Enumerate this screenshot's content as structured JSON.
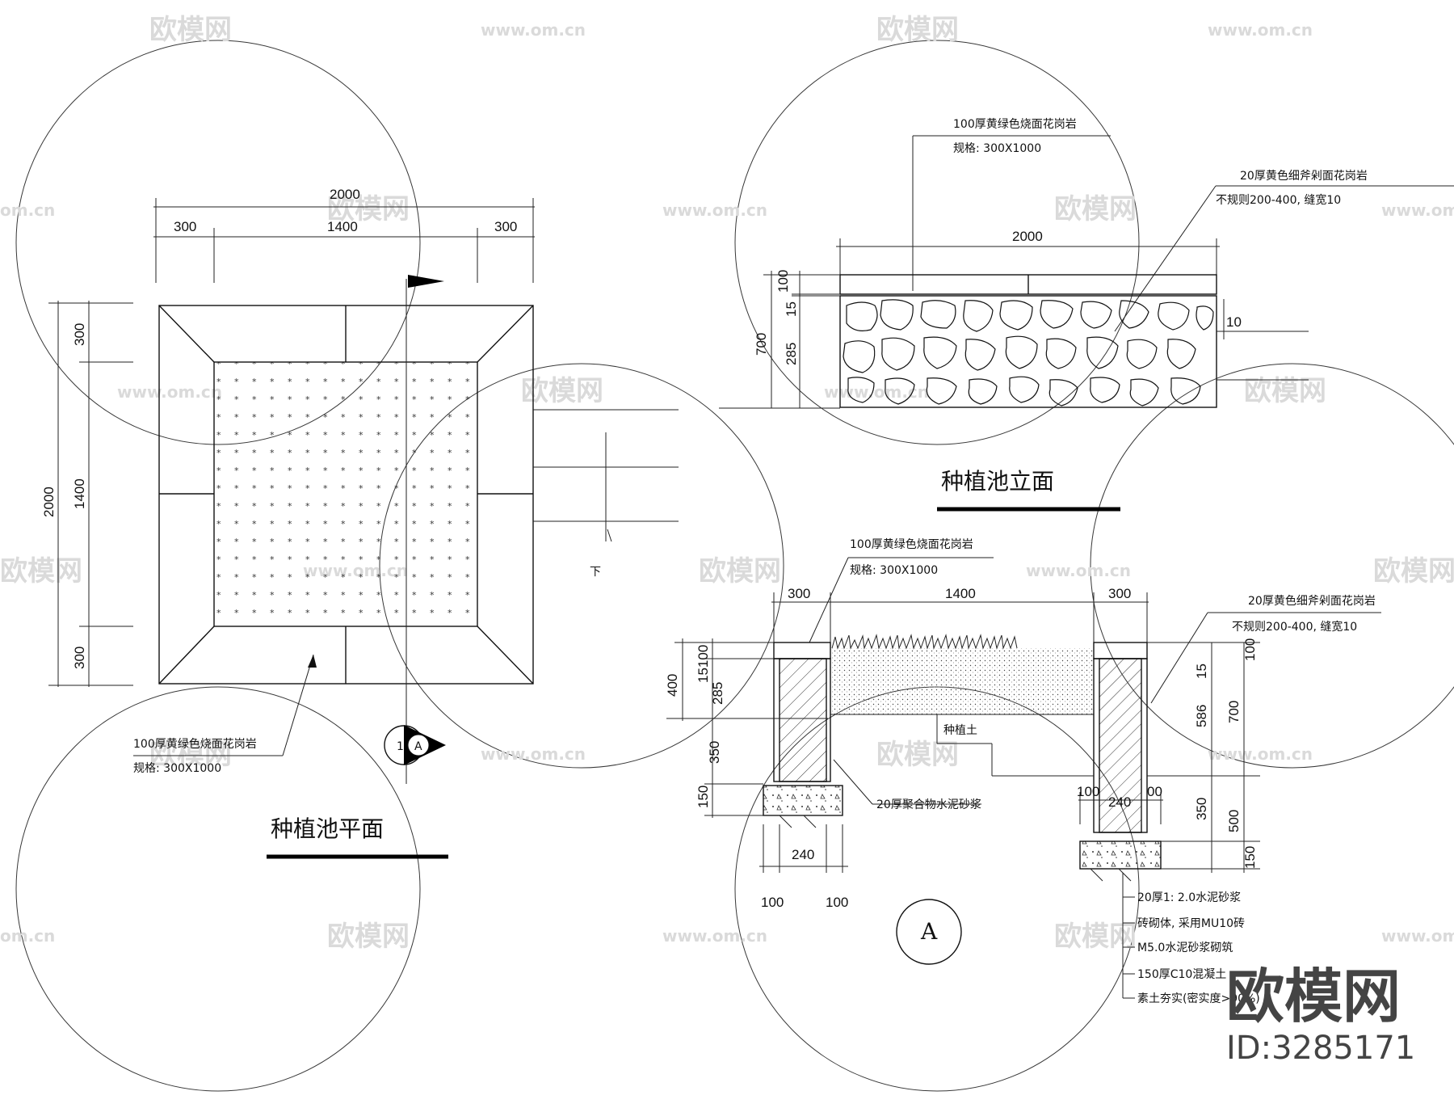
{
  "plan": {
    "title": "种植池平面",
    "dims": {
      "total_top": "2000",
      "left_top": "300",
      "mid_top": "1400",
      "right_top": "300",
      "total_left": "2000",
      "top_left": "300",
      "mid_left": "1400",
      "bot_left": "300"
    },
    "note_line1": "100厚黄绿色烧面花岗岩",
    "note_line2": "规格: 300X1000",
    "section_label": "A",
    "section_num": "1",
    "small_label": "下"
  },
  "elevation": {
    "title": "种植池立面",
    "note_top_line1": "100厚黄绿色烧面花岗岩",
    "note_top_line2": "规格: 300X1000",
    "note_right_line1": "20厚黄色细斧剁面花岗岩",
    "note_right_line2": "不规则200-400, 缝宽10",
    "dims": {
      "width": "2000",
      "h100": "100",
      "h15": "15",
      "h700": "700",
      "h285": "285",
      "gap10": "10"
    }
  },
  "section": {
    "label": "A",
    "note_cap_line1": "100厚黄绿色烧面花岗岩",
    "note_cap_line2": "规格: 300X1000",
    "note_right_line1": "20厚黄色细斧剁面花岗岩",
    "note_right_line2": "不规则200-400, 缝宽10",
    "note_soil": "种植土",
    "note_mortar": "20厚聚合物水泥砂浆",
    "dims": {
      "w300a": "300",
      "w1400": "1400",
      "w300b": "300",
      "l400": "400",
      "l15100": "15100",
      "l285": "285",
      "l350": "350",
      "l150": "150",
      "f240a": "240",
      "f100a": "100",
      "f100b": "100",
      "r100": "100",
      "r15": "15",
      "r586": "586",
      "r700": "700",
      "r350": "350",
      "r500": "500",
      "r150": "150",
      "rb100": "100",
      "rb240": "240",
      "rb00": "00"
    },
    "legend": [
      "20厚1: 2.0水泥砂浆",
      "砖砌体, 采用MU10砖",
      "M5.0水泥砂浆砌筑",
      "150厚C10混凝土",
      "素土夯实(密实度>90%)"
    ]
  },
  "watermark": {
    "brand": "欧模网",
    "url": "www.om.cn",
    "url_short": "om.cn"
  },
  "brand_mark": {
    "name": "欧模网",
    "id": "ID:3285171"
  }
}
